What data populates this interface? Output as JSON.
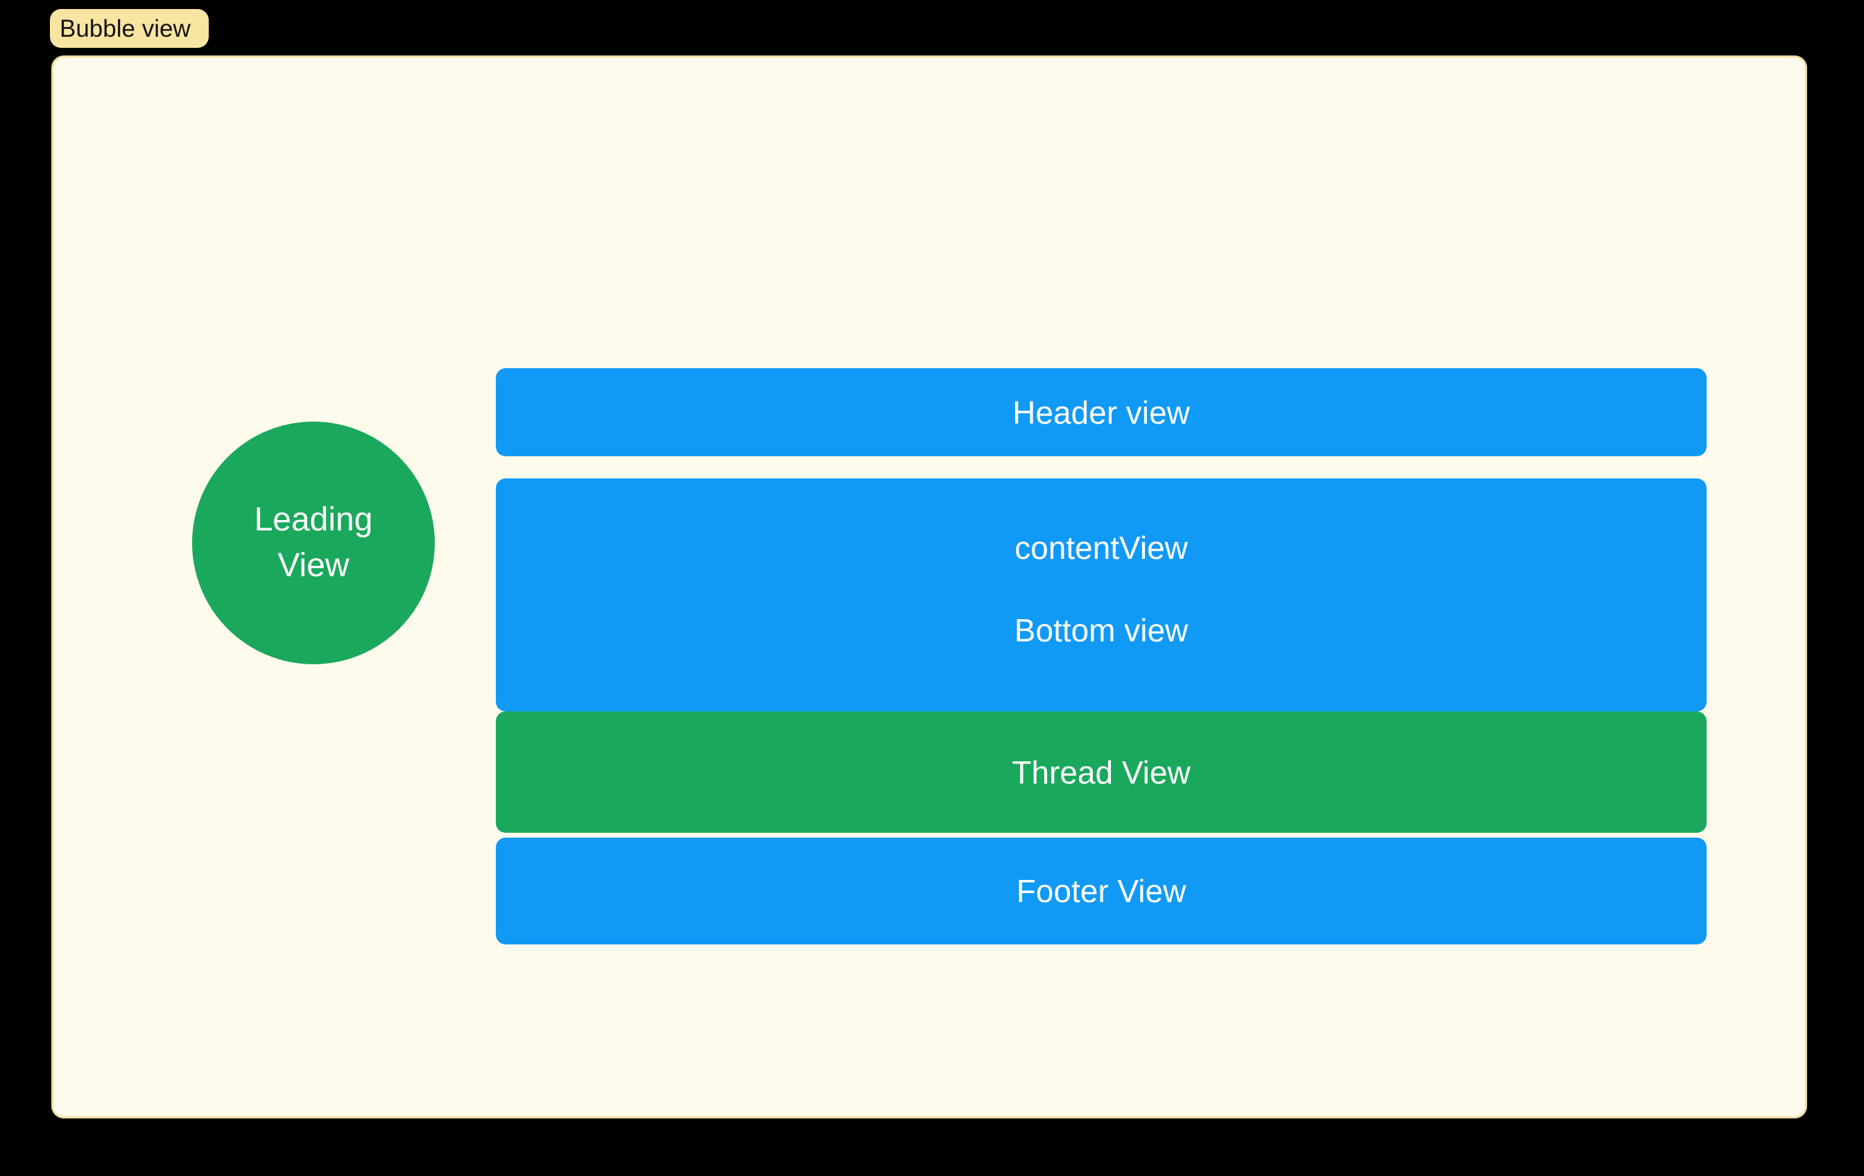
{
  "badge": {
    "label": "Bubble view"
  },
  "bubble": {
    "leading_view": {
      "line1": "Leading",
      "line2": "View"
    },
    "header_view": {
      "label": "Header view"
    },
    "content_view": {
      "label": "contentView"
    },
    "bottom_view": {
      "label": "Bottom view"
    },
    "thread_view": {
      "label": "Thread View"
    },
    "footer_view": {
      "label": "Footer View"
    }
  },
  "colors": {
    "background": "#000000",
    "container_fill": "#FFFBEC",
    "container_border": "#F2DDA2",
    "badge_fill": "#F8E5A2",
    "badge_text": "#141414",
    "blue": "#1199F6",
    "green": "#1AA85C",
    "bar_text": "#FFFFFF"
  }
}
